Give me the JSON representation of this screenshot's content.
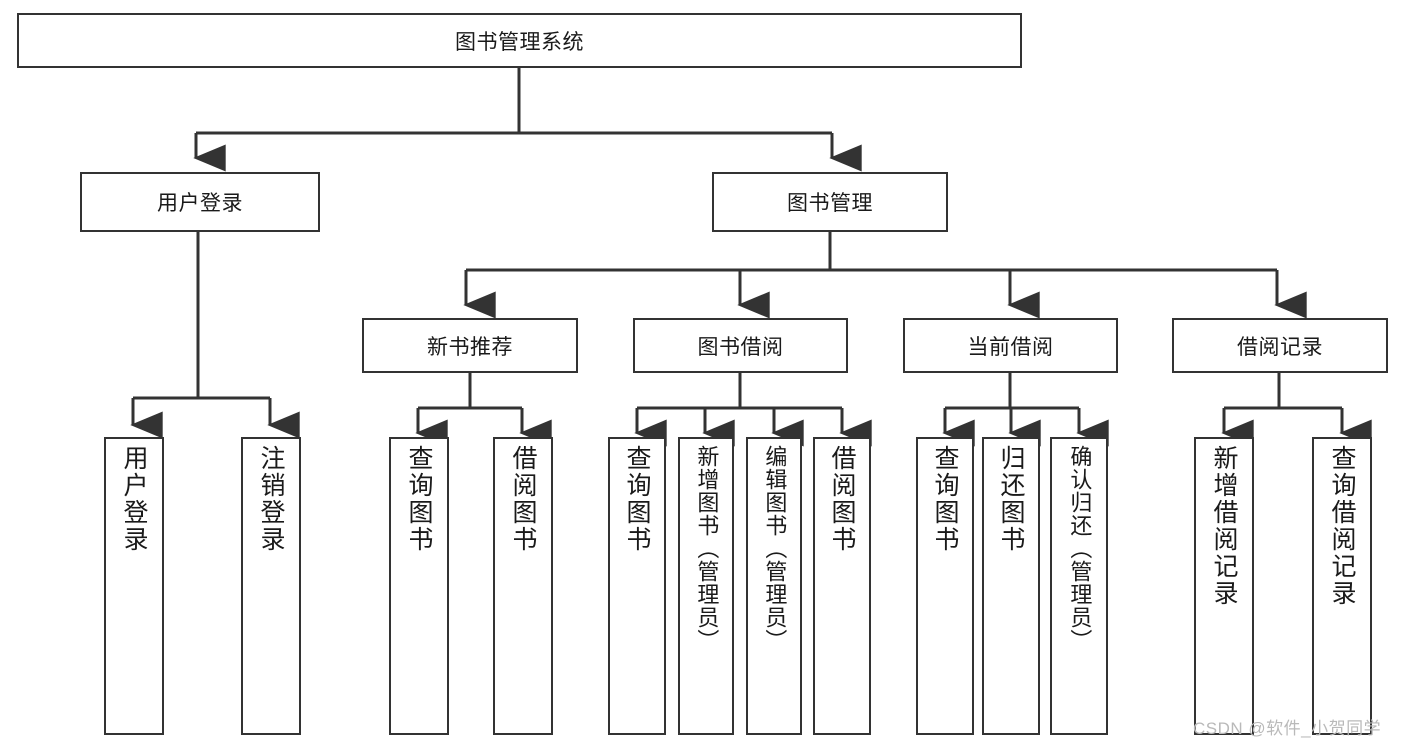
{
  "diagram": {
    "type": "hierarchy-tree",
    "title": "图书管理系统",
    "levels": 4,
    "root": {
      "id": "root",
      "label": "图书管理系统"
    },
    "level2": [
      {
        "id": "user-login",
        "label": "用户登录"
      },
      {
        "id": "book-management",
        "label": "图书管理"
      }
    ],
    "level3": [
      {
        "id": "new-book-recommend",
        "label": "新书推荐",
        "parent": "book-management"
      },
      {
        "id": "book-borrow",
        "label": "图书借阅",
        "parent": "book-management"
      },
      {
        "id": "current-borrow",
        "label": "当前借阅",
        "parent": "book-management"
      },
      {
        "id": "borrow-record",
        "label": "借阅记录",
        "parent": "book-management"
      }
    ],
    "leaves": [
      {
        "id": "leaf-user-login",
        "label": "用户登录",
        "parent": "user-login"
      },
      {
        "id": "leaf-logout",
        "label": "注销登录",
        "parent": "user-login"
      },
      {
        "id": "leaf-query-book-1",
        "label": "查询图书",
        "parent": "new-book-recommend"
      },
      {
        "id": "leaf-borrow-book-1",
        "label": "借阅图书",
        "parent": "new-book-recommend"
      },
      {
        "id": "leaf-query-book-2",
        "label": "查询图书",
        "parent": "book-borrow"
      },
      {
        "id": "leaf-add-book",
        "label": "新增图书（管理员）",
        "parent": "book-borrow"
      },
      {
        "id": "leaf-edit-book",
        "label": "编辑图书（管理员）",
        "parent": "book-borrow"
      },
      {
        "id": "leaf-borrow-book-2",
        "label": "借阅图书",
        "parent": "book-borrow"
      },
      {
        "id": "leaf-query-book-3",
        "label": "查询图书",
        "parent": "current-borrow"
      },
      {
        "id": "leaf-return-book",
        "label": "归还图书",
        "parent": "current-borrow"
      },
      {
        "id": "leaf-confirm-return",
        "label": "确认归还（管理员）",
        "parent": "current-borrow"
      },
      {
        "id": "leaf-add-record",
        "label": "新增借阅记录",
        "parent": "borrow-record"
      },
      {
        "id": "leaf-query-record",
        "label": "查询借阅记录",
        "parent": "borrow-record"
      }
    ]
  },
  "watermark": {
    "text": "CSDN @软件_小贺同学"
  },
  "colors": {
    "background": "#ffffff",
    "border": "#333333",
    "text": "#1a1a1a",
    "watermark": "#b9b9b9"
  }
}
